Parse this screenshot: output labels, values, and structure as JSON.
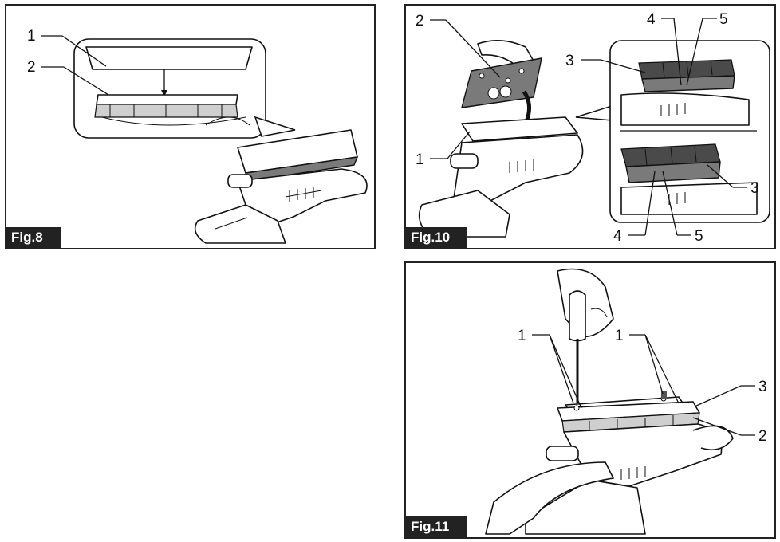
{
  "figures": {
    "fig8": {
      "tag": "Fig.8",
      "callouts": {
        "c1": "1",
        "c2": "2"
      }
    },
    "fig10": {
      "tag": "Fig.10",
      "callouts": {
        "c2": "2",
        "c3_top": "3",
        "c4_top": "4",
        "c5_top": "5",
        "c1": "1",
        "c3_bottom": "3",
        "c4_bottom": "4",
        "c5_bottom": "5"
      }
    },
    "fig11": {
      "tag": "Fig.11",
      "callouts": {
        "c1_left": "1",
        "c1_right": "1",
        "c3": "3",
        "c2": "2"
      }
    }
  }
}
